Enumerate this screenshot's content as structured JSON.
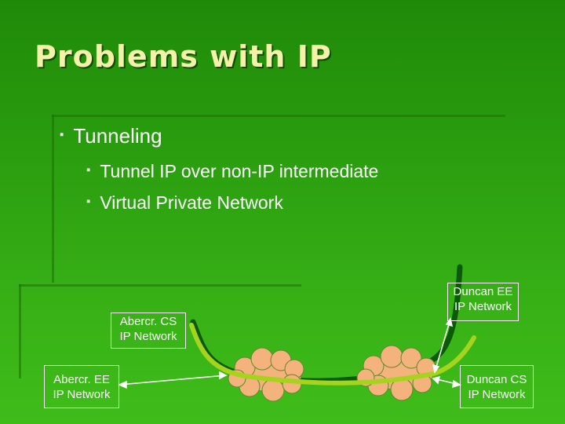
{
  "title": "Problems with IP",
  "bullets": {
    "main": "Tunneling",
    "sub": [
      "Tunnel IP over non-IP intermediate",
      "Virtual Private Network"
    ]
  },
  "networks": {
    "abercr_cs": "Abercr. CS\nIP Network",
    "abercr_ee": "Abercr. EE\nIP Network",
    "duncan_ee": "Duncan EE\nIP Network",
    "duncan_cs": "Duncan CS\nIP Network"
  },
  "colors": {
    "background": "#2a9d0f",
    "title": "#f4f2a8",
    "tunnel_light": "#a6d41e",
    "tunnel_dark": "#0b5a08",
    "cloud": "#f4b27d",
    "link": "#ffffff"
  },
  "icons": {
    "bullet": "square-bullet-icon",
    "cloud": "cloud-icon"
  }
}
